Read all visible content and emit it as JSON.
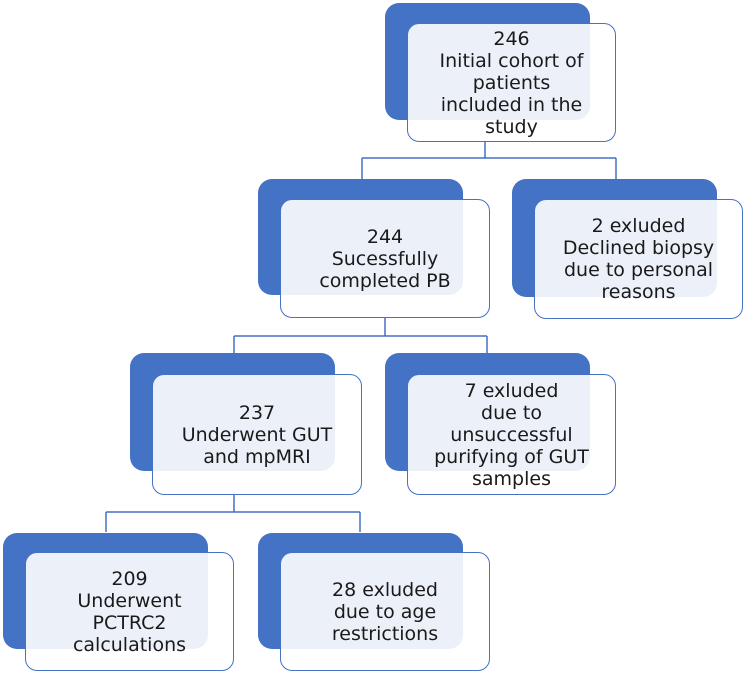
{
  "nodes": {
    "root": {
      "count": "246",
      "lines": [
        "Initial cohort of",
        "patients",
        "included in the",
        "study"
      ]
    },
    "completed": {
      "count": "244",
      "lines": [
        "Sucessfully",
        "completed PB"
      ]
    },
    "excluded1": {
      "count": "2 exluded",
      "lines": [
        "Declined biopsy",
        "due to personal",
        "reasons"
      ]
    },
    "gut": {
      "count": "237",
      "lines": [
        "Underwent GUT",
        "and mpMRI"
      ]
    },
    "excluded2": {
      "count": "7 exluded",
      "lines": [
        "due to",
        "unsuccessful",
        "purifying of GUT",
        "samples"
      ]
    },
    "pctrc": {
      "count": "209",
      "lines": [
        "Underwent",
        "PCTRC2",
        "calculations"
      ]
    },
    "excluded3": {
      "count": "28 exluded",
      "lines": [
        "due to age",
        "restrictions"
      ]
    }
  },
  "colors": {
    "accent": "#4472c4",
    "box_fill": "#ffffff",
    "text": "#1a1a1a"
  }
}
